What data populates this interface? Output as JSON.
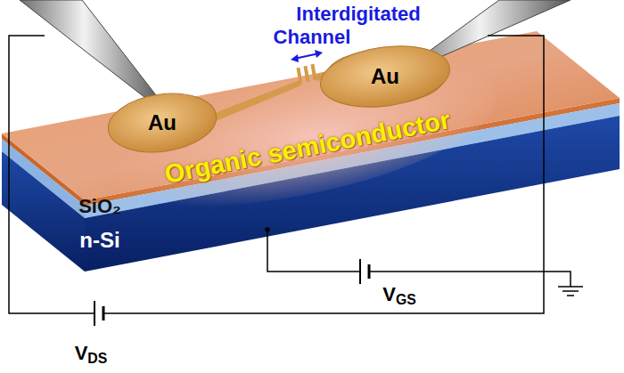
{
  "diagram": {
    "nodes": [
      {
        "text": [
          "Au"
        ]
      },
      {
        "text": [
          "Au"
        ]
      }
    ],
    "labels": [
      "Interdigitated",
      "Channel",
      "Organic semiconductor",
      "SiO₂",
      "n-Si",
      "VGS",
      "VDS"
    ]
  }
}
